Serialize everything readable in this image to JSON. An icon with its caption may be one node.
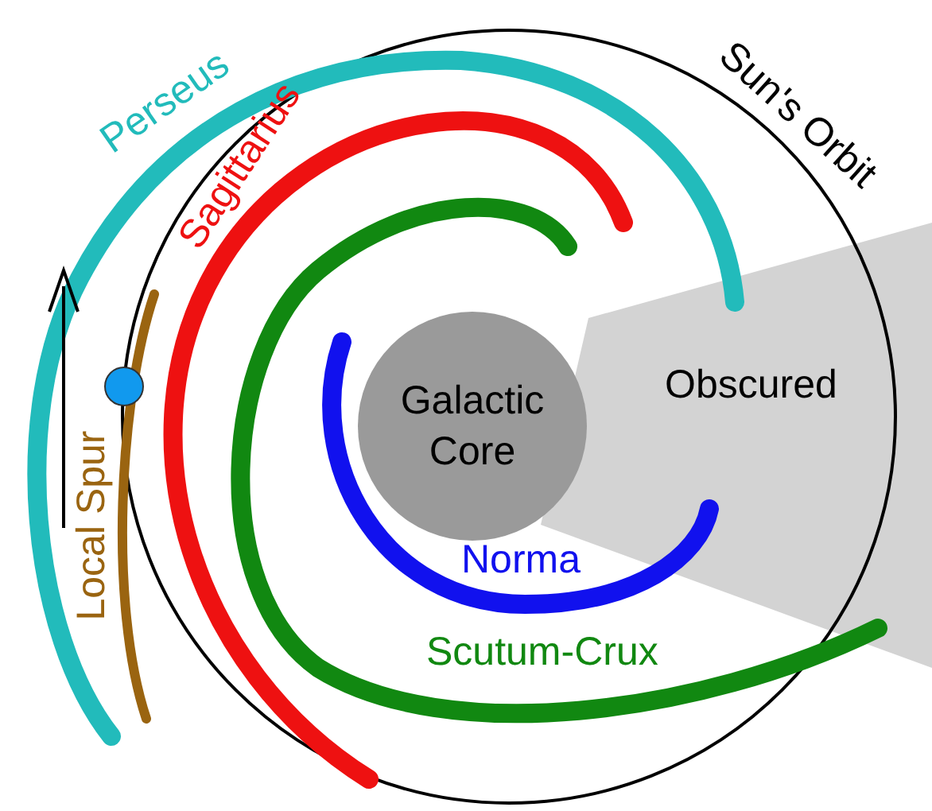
{
  "diagram": {
    "nodes": [
      {
        "text": [
          "Galactic Core"
        ]
      },
      {
        "text": [
          "Obscured"
        ]
      }
    ],
    "labels": [
      "Perseus",
      "Sun's Orbit",
      "Sagittarius",
      "Local Spur",
      "Norma",
      "Scutum-Crux"
    ]
  }
}
